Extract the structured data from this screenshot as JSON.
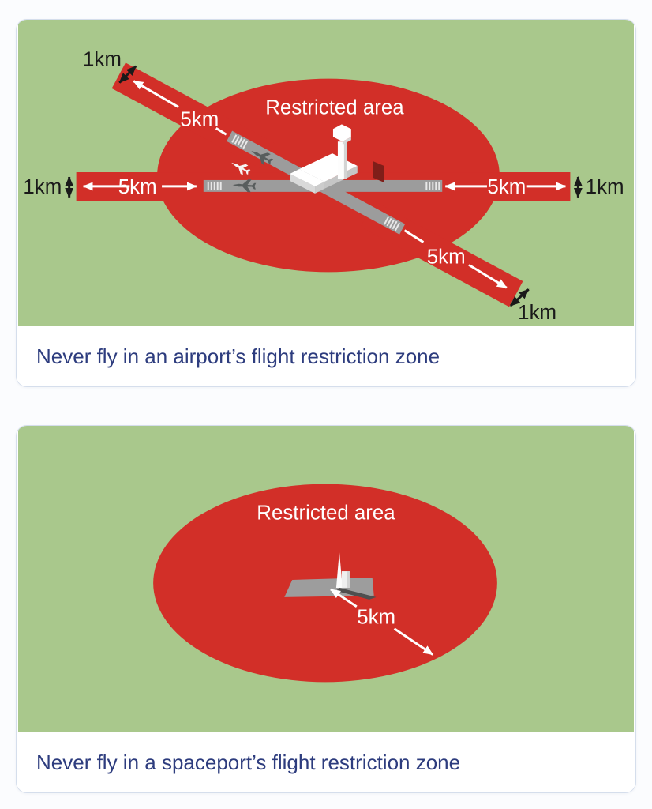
{
  "colors": {
    "grass_green": "#a9c88c",
    "zone_red": "#d22f28",
    "runway_gray": "#9c9c9c",
    "caption_navy": "#2d3c7e",
    "card_border": "#d5deec",
    "page_bg": "#fbfcfe"
  },
  "cards": {
    "airport": {
      "caption": "Never fly in an airport’s flight restriction zone",
      "zone_label": "Restricted area",
      "dims": {
        "nw_len": "5km",
        "nw_wid": "1km",
        "w_len": "5km",
        "w_wid": "1km",
        "e_len": "5km",
        "e_wid": "1km",
        "se_len": "5km",
        "se_wid": "1km"
      }
    },
    "spaceport": {
      "caption": "Never fly in a spaceport’s flight restriction zone",
      "zone_label": "Restricted area",
      "dims": {
        "radius": "5km"
      }
    }
  }
}
